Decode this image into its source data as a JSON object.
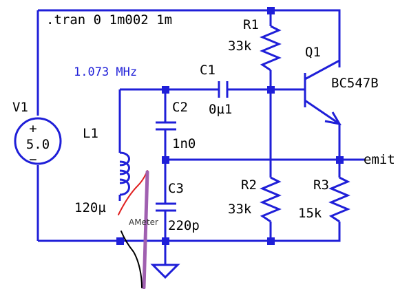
{
  "directive": ".tran 0 1m002 1m",
  "frequency_note": "1.073 MHz",
  "source": {
    "name": "V1",
    "value": "5.0",
    "plus": "+",
    "minus": "−"
  },
  "resistors": [
    {
      "name": "R1",
      "value": "33k"
    },
    {
      "name": "R2",
      "value": "33k"
    },
    {
      "name": "R3",
      "value": "15k"
    }
  ],
  "capacitors": [
    {
      "name": "C1",
      "value": "0µ1"
    },
    {
      "name": "C2",
      "value": "1n0"
    },
    {
      "name": "C3",
      "value": "220p"
    }
  ],
  "inductor": {
    "name": "L1",
    "value": "120µ"
  },
  "transistor": {
    "name": "Q1",
    "model": "BC547B"
  },
  "net_label": "emit",
  "annotation": "AMeter",
  "colors": {
    "wire": "#1f1fd8",
    "annotation_red": "#e02020",
    "annotation_purple": "#a060b0",
    "annotation_black": "#000000"
  }
}
